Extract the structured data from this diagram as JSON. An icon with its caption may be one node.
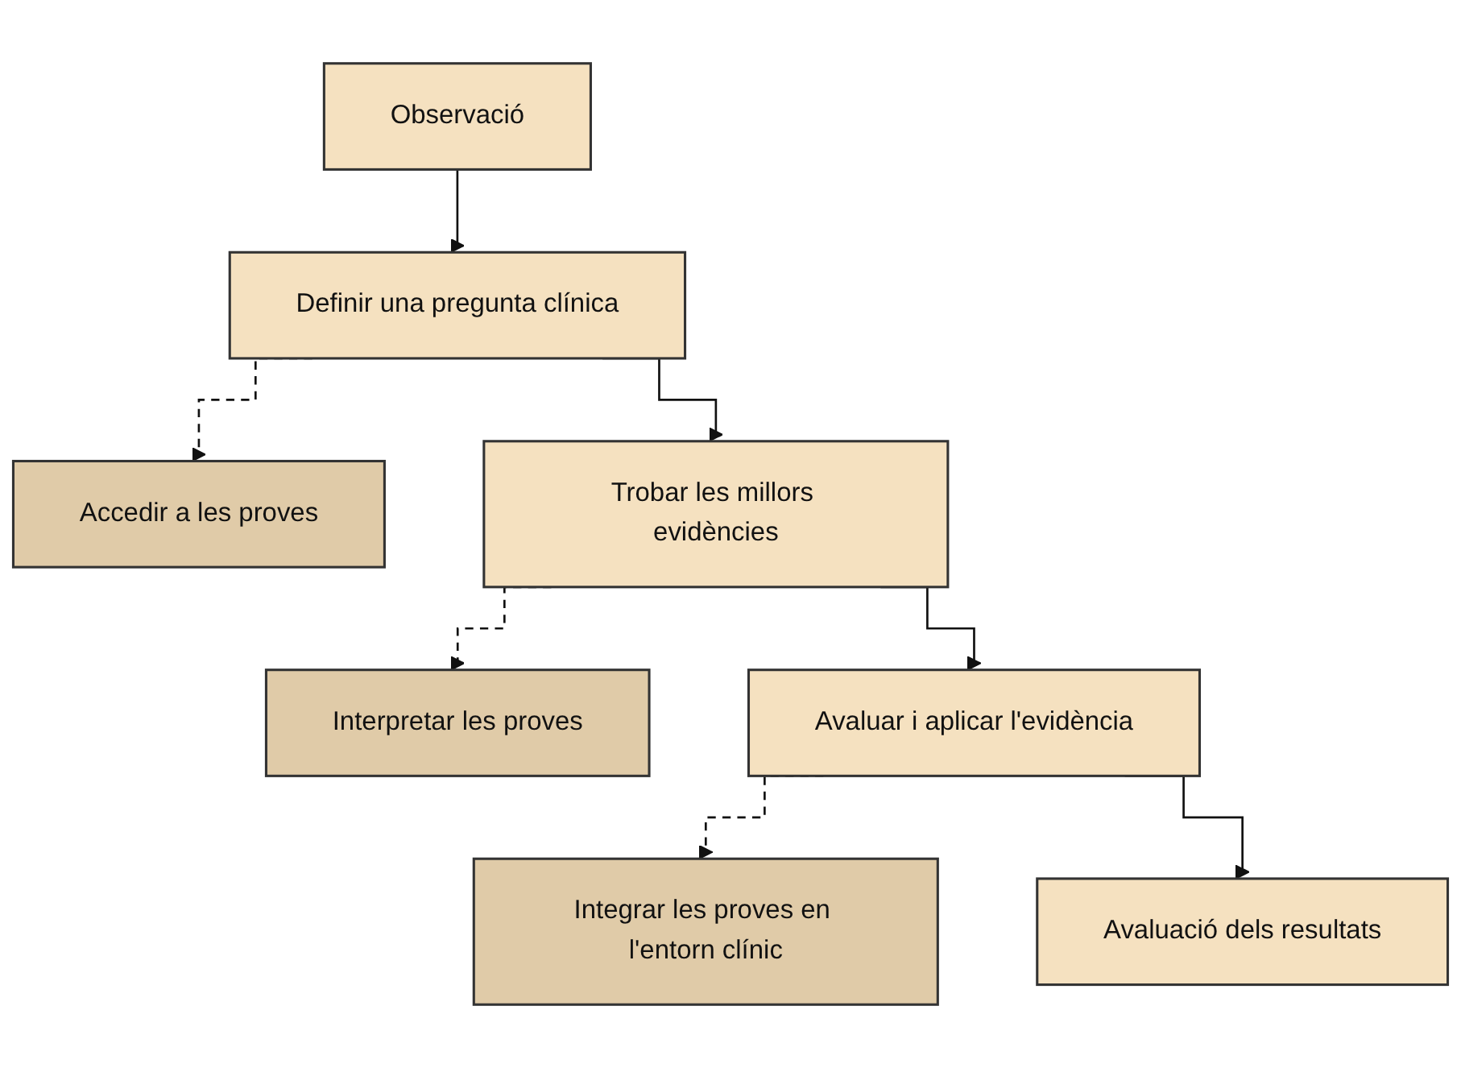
{
  "diagram": {
    "nodes": [
      {
        "text": [
          "Observació"
        ]
      },
      {
        "text": [
          "Definir una pregunta clínica"
        ]
      },
      {
        "text": [
          "Accedir a les proves"
        ]
      },
      {
        "text": [
          "Trobar les millors evidències"
        ]
      },
      {
        "text": [
          "Interpretar les proves"
        ]
      },
      {
        "text": [
          "Avaluar i aplicar l'evidència"
        ]
      },
      {
        "text": [
          "Integrar les proves en l'entorn clínic"
        ]
      },
      {
        "text": [
          "Avaluació dels resultats"
        ]
      }
    ],
    "edges": [
      {
        "from": 0,
        "to": 1,
        "arrow": "to"
      },
      {
        "from": 1,
        "to": 2,
        "arrow": "to",
        "style": "dashed"
      },
      {
        "from": 1,
        "to": 3,
        "arrow": "to"
      },
      {
        "from": 3,
        "to": 4,
        "arrow": "to",
        "style": "dashed"
      },
      {
        "from": 3,
        "to": 5,
        "arrow": "to"
      },
      {
        "from": 5,
        "to": 6,
        "arrow": "to",
        "style": "dashed"
      },
      {
        "from": 5,
        "to": 7,
        "arrow": "to"
      }
    ]
  }
}
